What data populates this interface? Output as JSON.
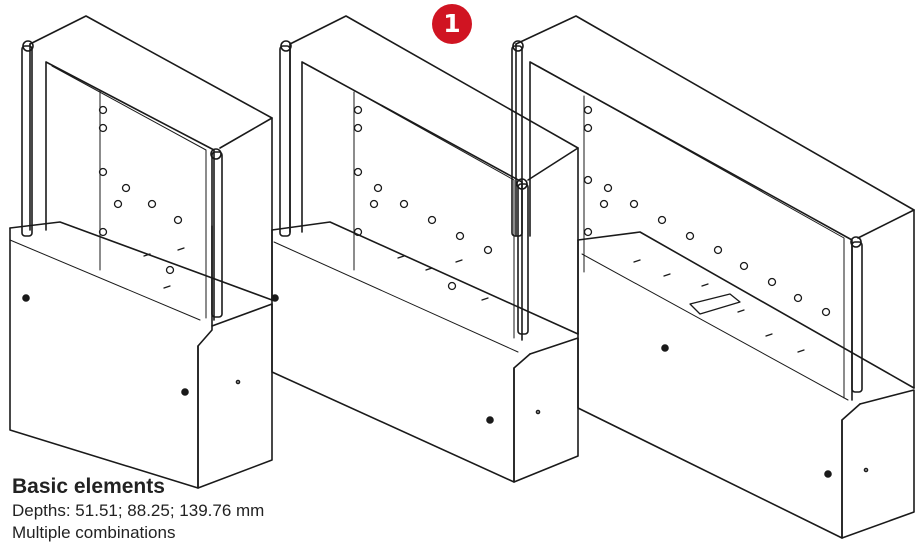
{
  "badge": {
    "number": "1",
    "color": "#d01422"
  },
  "caption": {
    "title": "Basic elements",
    "depths": "Depths: 51.51; 88.25; 139.76 mm",
    "multi": "Multiple combinations"
  },
  "illustration": {
    "subject": "three-enclosure-line-drawings",
    "enclosures": [
      {
        "name": "enclosure-small"
      },
      {
        "name": "enclosure-medium"
      },
      {
        "name": "enclosure-large"
      }
    ]
  }
}
